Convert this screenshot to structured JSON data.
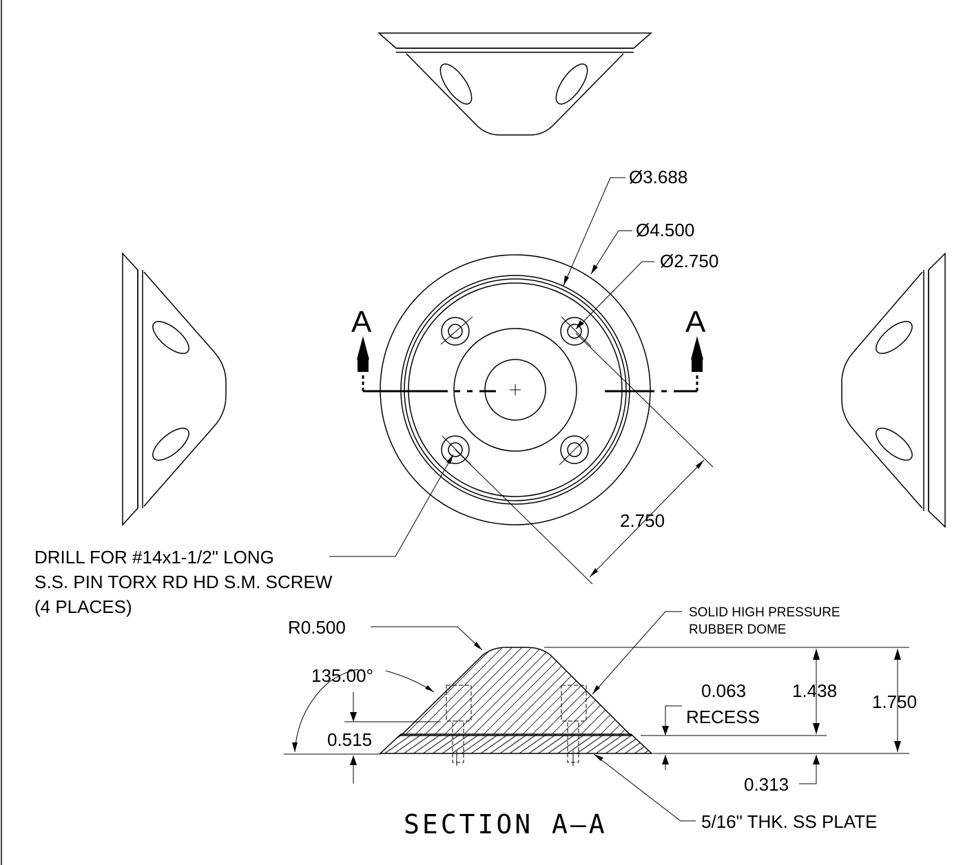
{
  "dimensions": {
    "d_3688": "Ø3.688",
    "d_4500": "Ø4.500",
    "d_2750": "Ø2.750",
    "bolt_spacing": "2.750",
    "radius": "R0.500",
    "angle": "135.00°",
    "h_0515": "0.515",
    "recess_value": "0.063",
    "recess_label": "RECESS",
    "h_1438": "1.438",
    "h_1750": "1.750",
    "h_0313": "0.313"
  },
  "notes": {
    "drill_line1": "DRILL FOR  #14x1-1/2\" LONG",
    "drill_line2": "S.S. PIN TORX RD HD S.M. SCREW",
    "drill_line3": "(4 PLACES)",
    "rubber_line1": "SOLID HIGH PRESSURE",
    "rubber_line2": "RUBBER DOME",
    "plate": "5/16\" THK. SS PLATE"
  },
  "section": {
    "marker": "A",
    "title": "SECTION  A—A"
  }
}
